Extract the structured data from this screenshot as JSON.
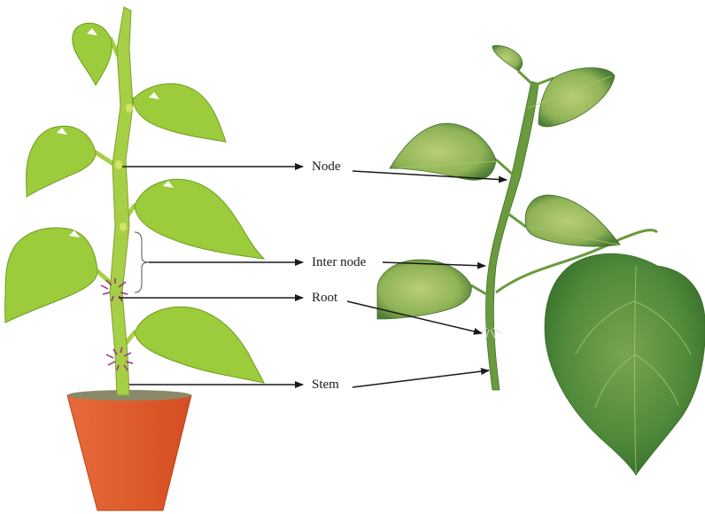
{
  "labels": {
    "node": "Node",
    "inter_node": "Inter node",
    "root": "Root",
    "stem": "Stem"
  },
  "colors": {
    "leaf_cartoon": "#9ccc3c",
    "stem_cartoon": "#a6cf46",
    "pot": "#e0562a",
    "root_hairs": "#9b2c8c",
    "leaf_real_dark": "#4e7f36",
    "leaf_real_light": "#b9cf74",
    "arrow": "#1a1a1a"
  }
}
